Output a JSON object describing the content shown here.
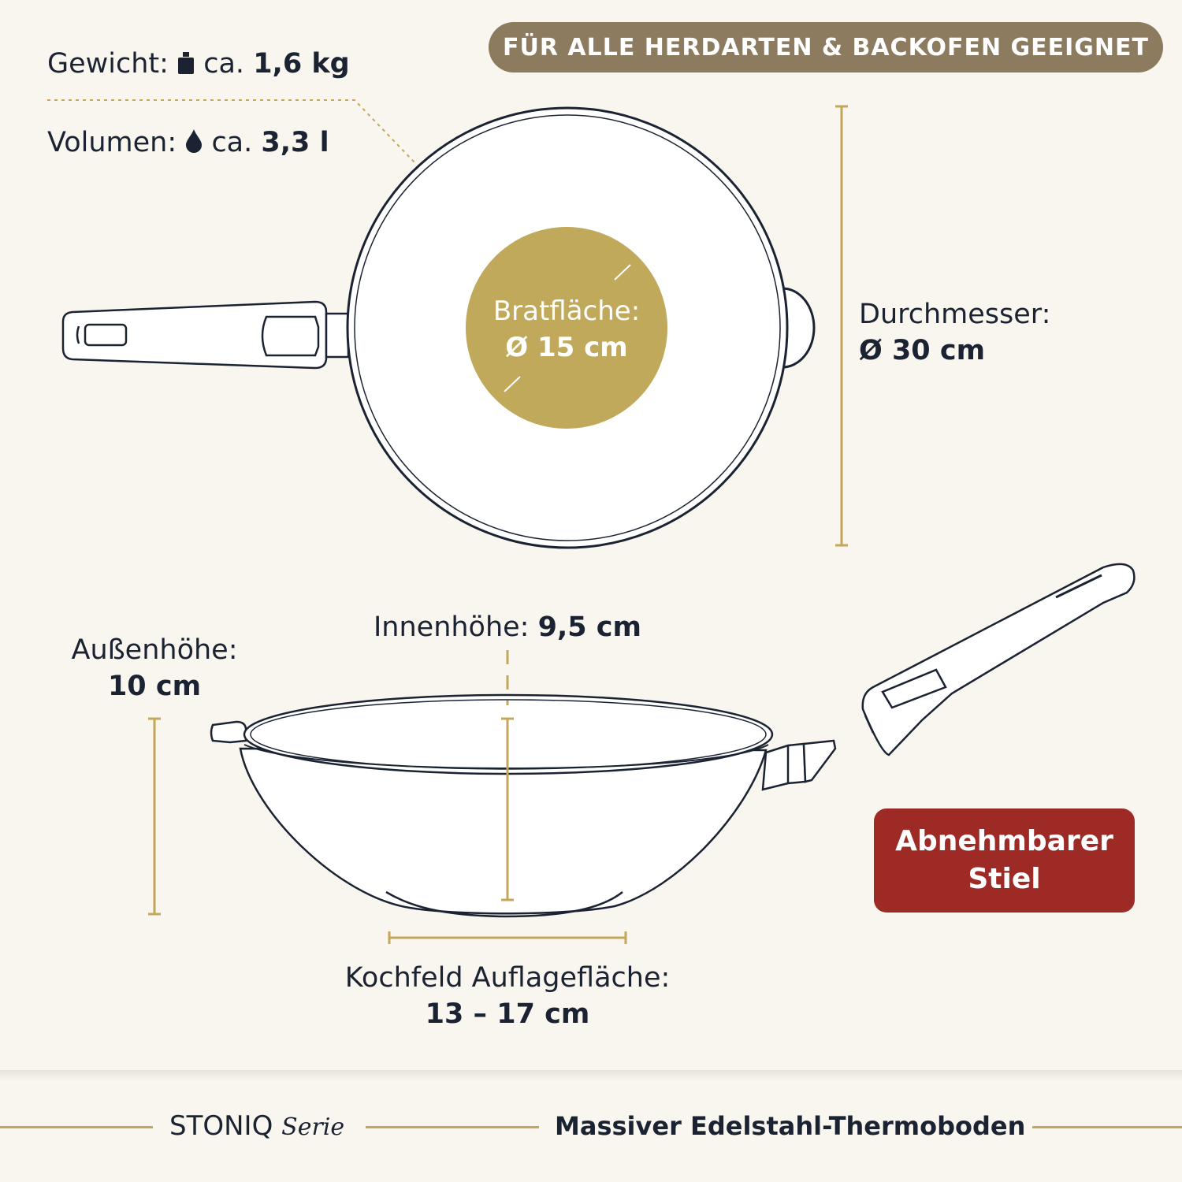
{
  "banner": {
    "text": "FÜR ALLE HERDARTEN & BACKOFEN GEEIGNET"
  },
  "weight": {
    "label": "Gewicht:",
    "prefix": "ca.",
    "value": "1,6 kg"
  },
  "volume": {
    "label": "Volumen:",
    "prefix": "ca.",
    "value": "3,3 l"
  },
  "frying_surface": {
    "label": "Bratfläche:",
    "value": "Ø  15 cm"
  },
  "diameter": {
    "label": "Durchmesser:",
    "value": "Ø  30 cm"
  },
  "inner_height": {
    "label": "Innenhöhe:",
    "value": "9,5 cm"
  },
  "outer_height": {
    "label": "Außenhöhe:",
    "value": "10 cm"
  },
  "hob_contact": {
    "label": "Kochfeld Auflagefläche:",
    "value": "13 – 17 cm"
  },
  "badge": {
    "line1": "Abnehmbarer",
    "line2": "Stiel"
  },
  "footer": {
    "series_name": "STONIQ",
    "series_word": "Serie",
    "tagline": "Massiver Edelstahl-Thermoboden"
  },
  "colors": {
    "gold": "#c4a75a",
    "bronze": "#8c7b5f",
    "red": "#9e2a26",
    "navy": "#1b2333",
    "background": "#f8f6ef"
  },
  "icons": {
    "weight": "weight-icon",
    "volume": "drop-icon"
  }
}
